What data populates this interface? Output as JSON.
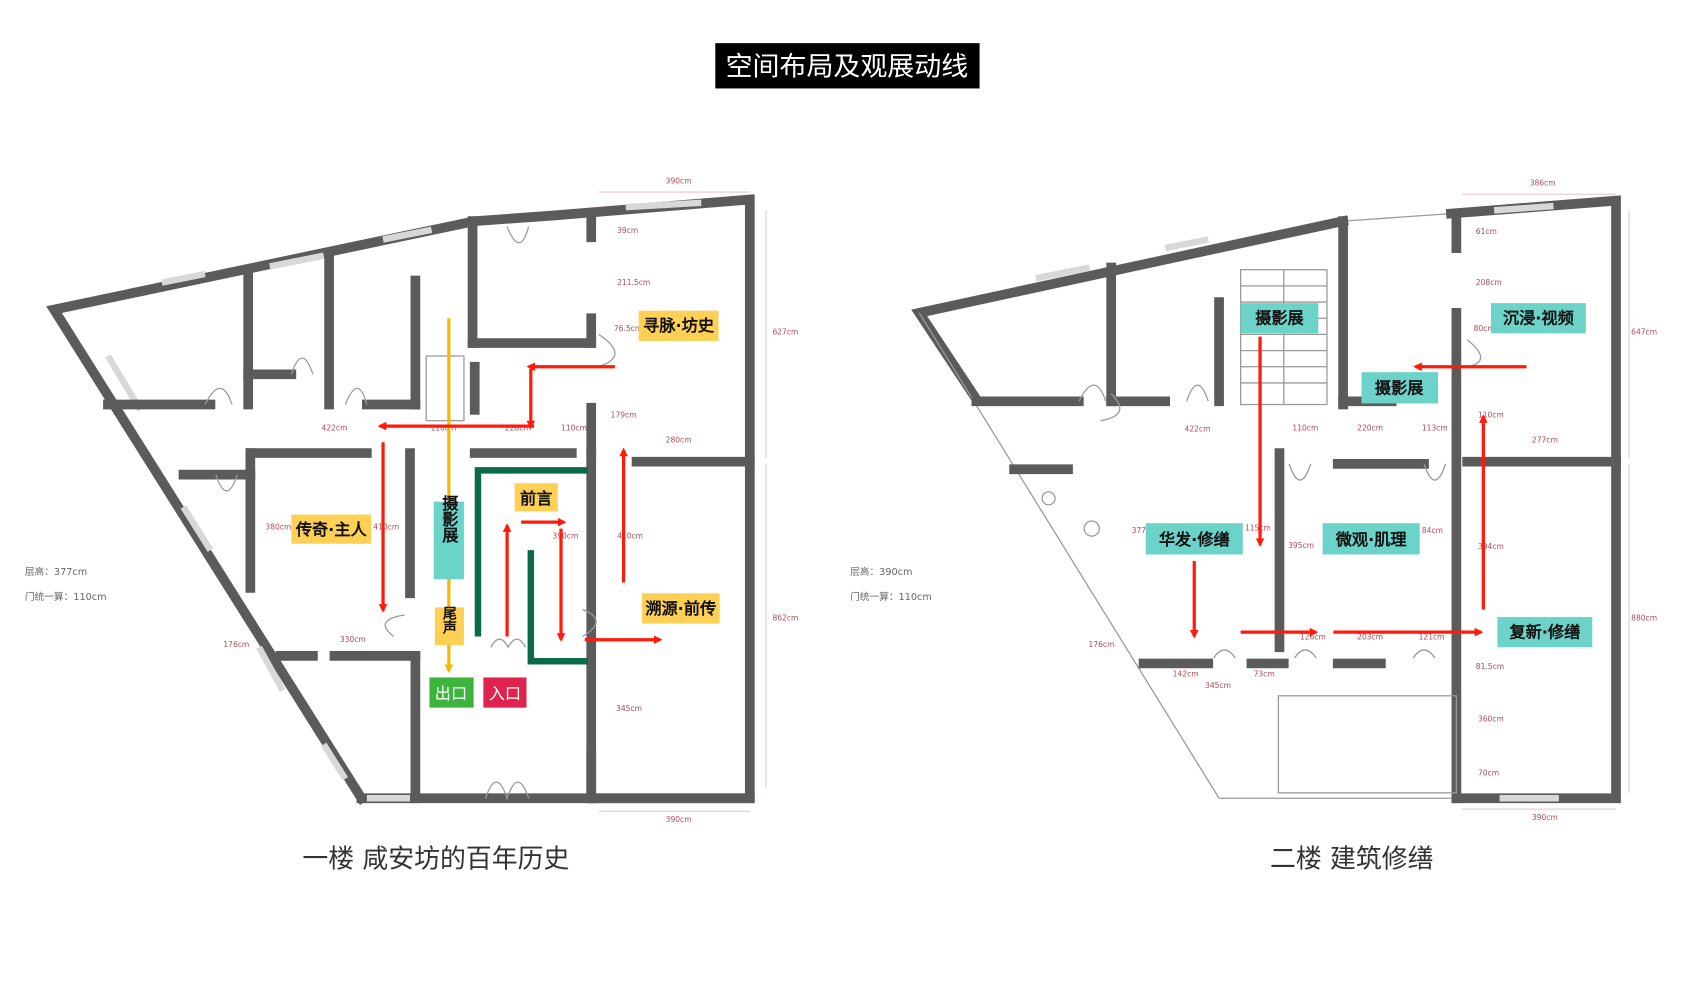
{
  "title": "空间布局及观展动线",
  "colors": {
    "yellow_label": "#FFD054",
    "teal_label": "#6CD3C9",
    "exit": "#3DB53D",
    "entrance": "#E0234E",
    "route_green": "#0B6B48",
    "route_yellow": "#F5B800",
    "arrow_red": "#FF1A0A",
    "wall": "#5B5B5B"
  },
  "floor1": {
    "caption": "一楼  咸安坊的百年历史",
    "height_note": "层高：377cm",
    "door_note": "门统一算：110cm",
    "labels": {
      "xunmai": "寻脉·坊史",
      "chuanqi": "传奇·主人",
      "qianyan": "前言",
      "sheying": "摄影展",
      "weisheng": "尾声",
      "suyuan": "溯源·前传",
      "exit": "出口",
      "entrance": "入口"
    },
    "dims": [
      "390cm",
      "39cm",
      "211.5cm",
      "76.5cm",
      "627cm",
      "179cm",
      "280cm",
      "422cm",
      "110cm",
      "220cm",
      "110cm",
      "380cm",
      "410cm",
      "390cm",
      "410cm",
      "862cm",
      "176cm",
      "330cm",
      "345cm",
      "390cm"
    ]
  },
  "floor2": {
    "caption": "二楼  建筑修缮",
    "height_note": "层高：390cm",
    "door_note": "门统一算：110cm",
    "labels": {
      "sheying1": "摄影展",
      "chenjin": "沉浸·视频",
      "sheying2": "摄影展",
      "huafa": "华发·修缮",
      "weiguan": "微观·肌理",
      "fuxin": "复新·修缮"
    },
    "dims": [
      "386cm",
      "61cm",
      "208cm",
      "80cm",
      "647cm",
      "110cm",
      "277cm",
      "422cm",
      "110cm",
      "220cm",
      "113cm",
      "377",
      "115cm",
      "395cm",
      "84cm",
      "394cm",
      "880cm",
      "176cm",
      "126cm",
      "203cm",
      "121cm",
      "142cm",
      "73cm",
      "345cm",
      "81.5cm",
      "360cm",
      "70cm",
      "390cm"
    ]
  }
}
